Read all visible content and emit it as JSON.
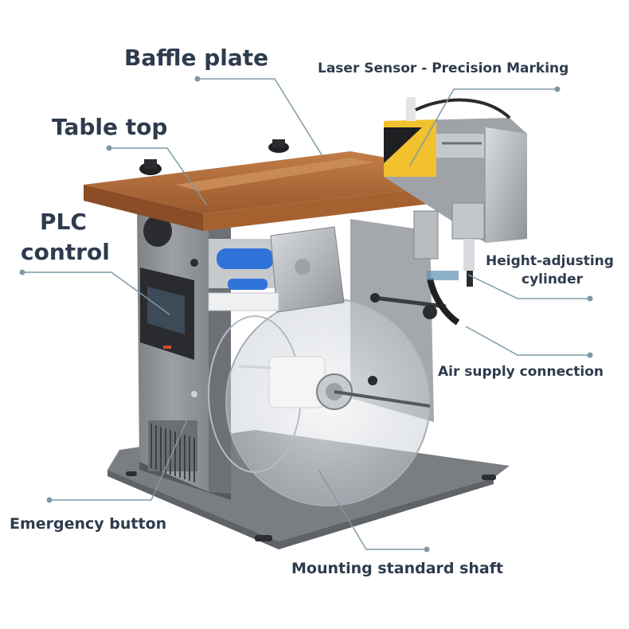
{
  "labels": {
    "baffle_plate": "Baffle plate",
    "table_top": "Table top",
    "plc_line1": "PLC",
    "plc_line2": "control",
    "laser_sensor": "Laser Sensor - Precision Marking",
    "height_line1": "Height-adjusting",
    "height_line2": "cylinder",
    "air_supply": "Air supply connection",
    "emergency_button": "Emergency button",
    "mounting_shaft": "Mounting standard shaft"
  },
  "colors": {
    "label_text": "#2e3b4e",
    "leader_line": "#7f9aa6",
    "table_wood": "#b5703f",
    "machine_body": "#8d9095",
    "base_plate": "#7c7f84",
    "roller_blue": "#2f73d8",
    "warning_yellow": "#f2c12e"
  }
}
